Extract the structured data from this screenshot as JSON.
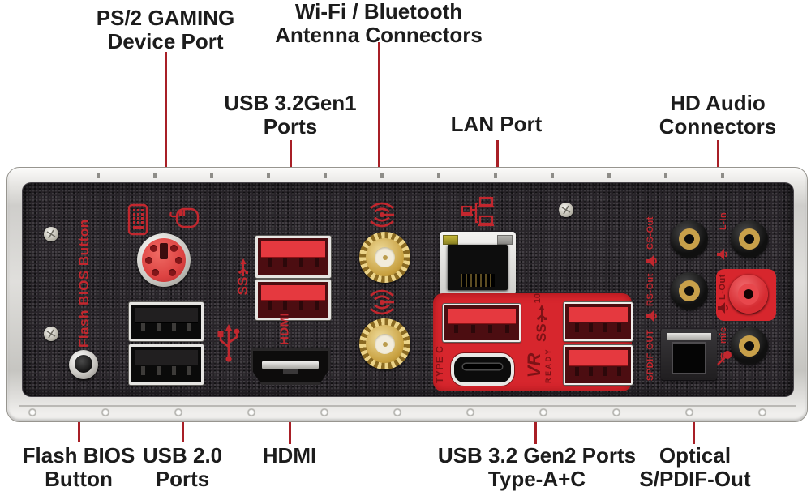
{
  "labels": {
    "top": [
      {
        "lines": [
          "PS/2 GAMING",
          "Device Port"
        ]
      },
      {
        "lines": [
          "Wi-Fi / Bluetooth",
          "Antenna Connectors"
        ]
      },
      {
        "lines": [
          "USB 3.2Gen1",
          "Ports"
        ]
      },
      {
        "lines": [
          "LAN Port"
        ]
      },
      {
        "lines": [
          "HD Audio",
          "Connectors"
        ]
      }
    ],
    "bottom": [
      {
        "lines": [
          "Flash BIOS",
          "Button"
        ]
      },
      {
        "lines": [
          "USB 2.0",
          "Ports"
        ]
      },
      {
        "lines": [
          "HDMI"
        ]
      },
      {
        "lines": [
          "USB 3.2 Gen2 Ports",
          "Type-A+C"
        ]
      },
      {
        "lines": [
          "Optical",
          "S/PDIF-Out"
        ]
      }
    ]
  },
  "panel_text": {
    "flash_bios": "Flash BIOS Button",
    "hdmi": "HDMI",
    "type_c": "TYPE C",
    "spdif_out": "SPDIF OUT",
    "cs_out": "CS-Out",
    "rs_out": "RS-Out",
    "l_in": "L-In",
    "l_out": "L-Out",
    "mic": "mic",
    "usb3_ss": "SS",
    "usb32_gen2_speed": "10",
    "vr": "VR",
    "ready": "READY"
  },
  "icons": {
    "keyboard": "keyboard-icon",
    "mouse": "mouse-icon",
    "usb2": "usb-icon",
    "usb3": "usb3-ss-icon",
    "wifi": "wifi-antenna-icon",
    "lan": "lan-icon",
    "speaker": "speaker-icon",
    "mic": "microphone-icon",
    "screw": "screw-icon"
  },
  "colors": {
    "background": "#ffffff",
    "label_text": "#1c1c1c",
    "leader_line": "#a81f26",
    "panel_red_accent": "#c2272e",
    "gen2_block_red": "#d7262d",
    "port_red": "#e5393f",
    "gold": "#c8a04a"
  }
}
